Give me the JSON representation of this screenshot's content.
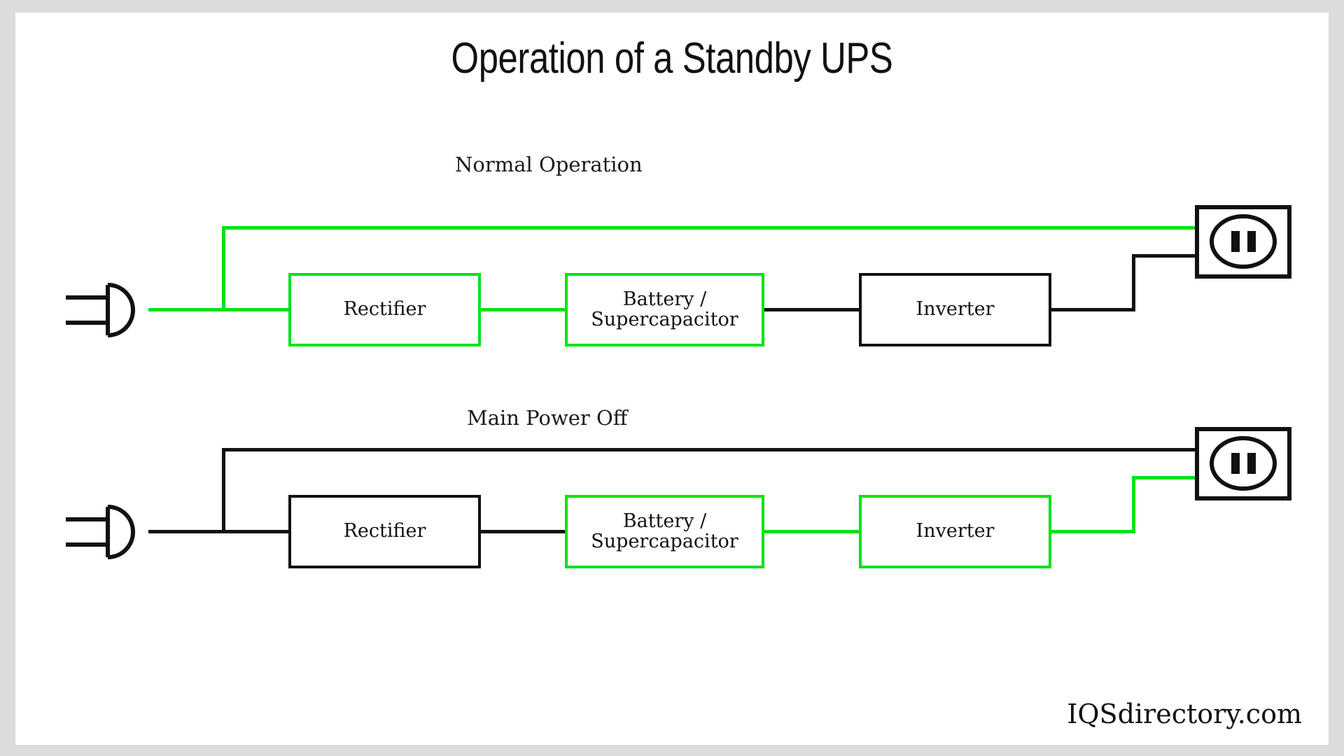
{
  "page": {
    "title": "Operation of a Standby UPS",
    "watermark": "IQSdirectory.com",
    "background_color": "#dcdcdc",
    "canvas_color": "#ffffff",
    "active_color": "#00e21a",
    "inactive_color": "#111111"
  },
  "diagrams": [
    {
      "label": "Normal Operation",
      "source_icon": "power-plug-icon",
      "sink_icon": "power-outlet-icon",
      "bypass_path_active": true,
      "blocks": [
        {
          "label": "Rectifier",
          "active": true
        },
        {
          "label": "Battery /\nSupercapacitor",
          "line1": "Battery /",
          "line2": "Supercapacitor",
          "active": true
        },
        {
          "label": "Inverter",
          "active": false
        }
      ],
      "wires": [
        {
          "name": "plug-to-junction",
          "active": true
        },
        {
          "name": "junction-riser",
          "active": true
        },
        {
          "name": "bypass-top-rail",
          "active": true
        },
        {
          "name": "junction-to-rectifier",
          "active": true
        },
        {
          "name": "rectifier-to-battery",
          "active": true
        },
        {
          "name": "battery-to-inverter",
          "active": false
        },
        {
          "name": "inverter-to-outlet",
          "active": false
        }
      ]
    },
    {
      "label": "Main Power Off",
      "source_icon": "power-plug-icon",
      "sink_icon": "power-outlet-icon",
      "bypass_path_active": false,
      "blocks": [
        {
          "label": "Rectifier",
          "active": false
        },
        {
          "label": "Battery /\nSupercapacitor",
          "line1": "Battery /",
          "line2": "Supercapacitor",
          "active": true
        },
        {
          "label": "Inverter",
          "active": true
        }
      ],
      "wires": [
        {
          "name": "plug-to-junction",
          "active": false
        },
        {
          "name": "junction-riser",
          "active": false
        },
        {
          "name": "bypass-top-rail",
          "active": false
        },
        {
          "name": "junction-to-rectifier",
          "active": false
        },
        {
          "name": "rectifier-to-battery",
          "active": false
        },
        {
          "name": "battery-to-inverter",
          "active": true
        },
        {
          "name": "inverter-to-outlet",
          "active": true
        }
      ]
    }
  ]
}
